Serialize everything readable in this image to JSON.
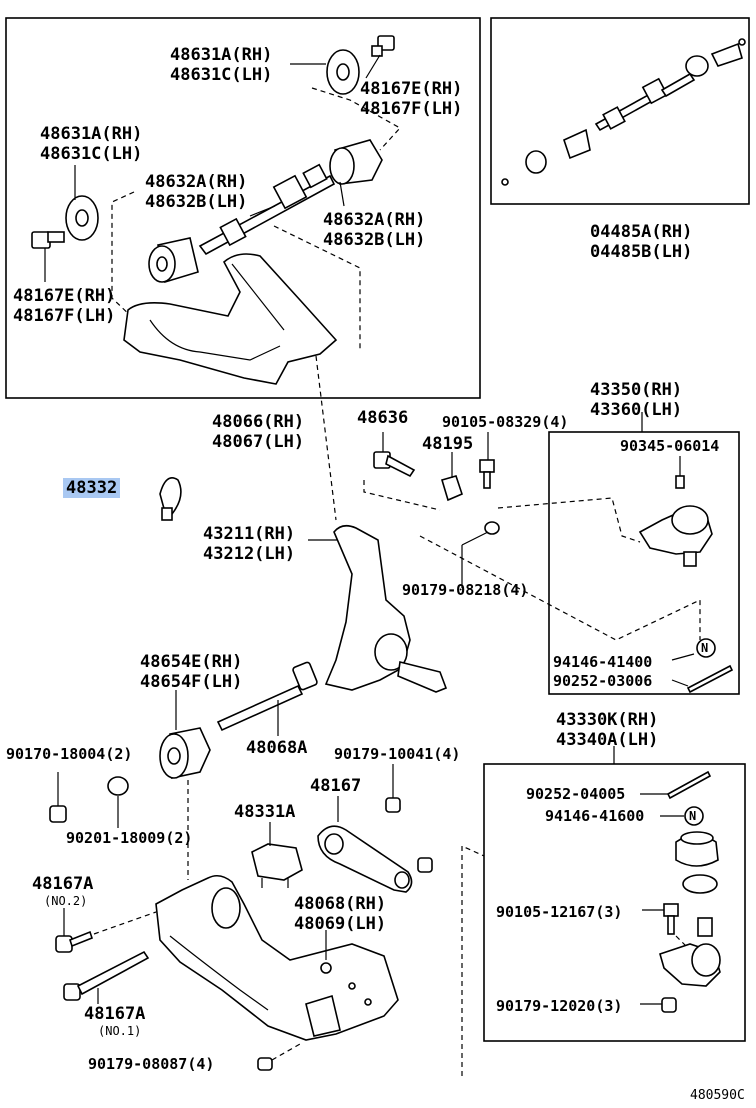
{
  "labels": {
    "p48631a_c_top": [
      "48631A(RH)",
      "48631C(LH)"
    ],
    "p48167e_f_top": [
      "48167E(RH)",
      "48167F(LH)"
    ],
    "p48631a_c_left": [
      "48631A(RH)",
      "48631C(LH)"
    ],
    "p48632a_b_upper": [
      "48632A(RH)",
      "48632B(LH)"
    ],
    "p48632a_b_right": [
      "48632A(RH)",
      "48632B(LH)"
    ],
    "p48167e_f_left": [
      "48167E(RH)",
      "48167F(LH)"
    ],
    "p04485": [
      "04485A(RH)",
      "04485B(LH)"
    ],
    "p48066": [
      "48066(RH)",
      "48067(LH)"
    ],
    "p48636": "48636",
    "p90105_08329": "90105-08329(4)",
    "p43350": [
      "43350(RH)",
      "43360(LH)"
    ],
    "p48195": "48195",
    "p90345": "90345-06014",
    "p48332": "48332",
    "p43211": [
      "43211(RH)",
      "43212(LH)"
    ],
    "p90179_08218": "90179-08218(4)",
    "p94146_41400": "94146-41400",
    "p90252_03006": "90252-03006",
    "p48654": [
      "48654E(RH)",
      "48654F(LH)"
    ],
    "p43330": [
      "43330K(RH)",
      "43340A(LH)"
    ],
    "p90170": "90170-18004(2)",
    "p48068a": "48068A",
    "p90179_10041": "90179-10041(4)",
    "p90252_04005": "90252-04005",
    "p48167": "48167",
    "p94146_41600": "94146-41600",
    "p48331a": "48331A",
    "p90201": "90201-18009(2)",
    "p48167a_no2": "48167A",
    "no2": "(NO.2)",
    "p48068": [
      "48068(RH)",
      "48069(LH)"
    ],
    "p90105_12167": "90105-12167(3)",
    "p90179_12020": "90179-12020(3)",
    "p48167a_no1": "48167A",
    "no1": "(NO.1)",
    "p90179_08087": "90179-08087(4)",
    "n_mark": "N",
    "diagram_code": "480590C"
  },
  "highlight_color": "#a9c8f2"
}
